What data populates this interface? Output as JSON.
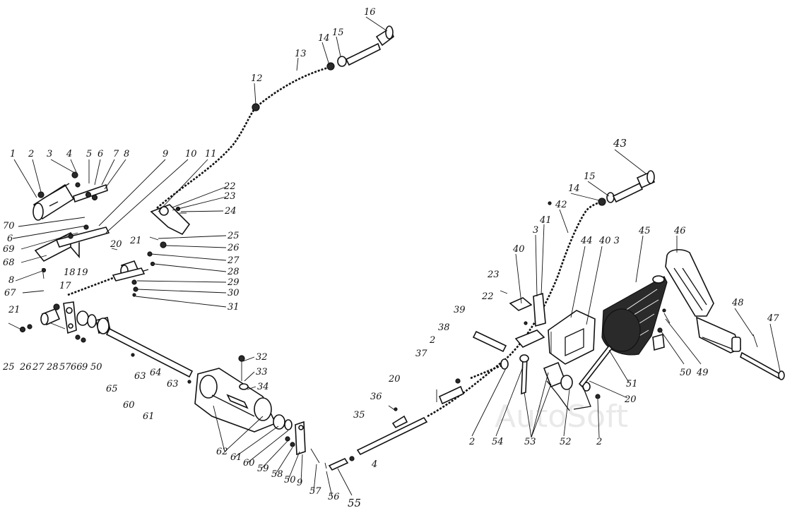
{
  "watermark": "AutoSoft",
  "labels": {
    "l1": "1",
    "l2": "2",
    "l3": "3",
    "l4": "4",
    "l5": "5",
    "l6": "6",
    "l7": "7",
    "l8": "8",
    "l9": "9",
    "l10": "10",
    "l11": "11",
    "l12": "12",
    "l13": "13",
    "l14": "14",
    "l15": "15",
    "l16": "16",
    "l22": "22",
    "l23": "23",
    "l24": "24",
    "l25": "25",
    "l26": "26",
    "l27": "27",
    "l28": "28",
    "l29": "29",
    "l30": "30",
    "l31": "31",
    "l20": "20",
    "l21": "21",
    "l18": "18",
    "l19": "19",
    "l70": "70",
    "l6b": "6",
    "l69": "69",
    "l68": "68",
    "l8b": "8",
    "l67": "67",
    "l17": "17",
    "l21b": "21",
    "l25b": "25",
    "l26b": "26",
    "l27b": "27",
    "l28b": "28",
    "l57": "57",
    "l66": "66",
    "l9b": "9",
    "l50": "50",
    "l65": "65",
    "l60": "60",
    "l61": "61",
    "l63": "63",
    "l64": "64",
    "l63b": "63",
    "l32": "32",
    "l33": "33",
    "l34": "34",
    "l62": "62",
    "l61b": "61",
    "l60b": "60",
    "l59": "59",
    "l58": "58",
    "l50b": "50",
    "l9c": "9",
    "l57b": "57",
    "l56": "56",
    "l55": "55",
    "l35": "35",
    "l36": "36",
    "l20b": "20",
    "l37": "37",
    "l2b": "2",
    "l38": "38",
    "l39": "39",
    "l22b": "22",
    "l23b": "23",
    "l40": "40",
    "l3b": "3",
    "l41": "41",
    "l42": "42",
    "l14b": "14",
    "l15b": "15",
    "l43": "43",
    "l44": "44",
    "l403": "40 3",
    "l45": "45",
    "l46": "46",
    "l48": "48",
    "l47": "47",
    "l49": "49",
    "l50c": "50",
    "l51": "51",
    "l20c": "20",
    "l2c": "2",
    "l52": "52",
    "l53": "53",
    "l54": "54",
    "l2d": "2"
  }
}
